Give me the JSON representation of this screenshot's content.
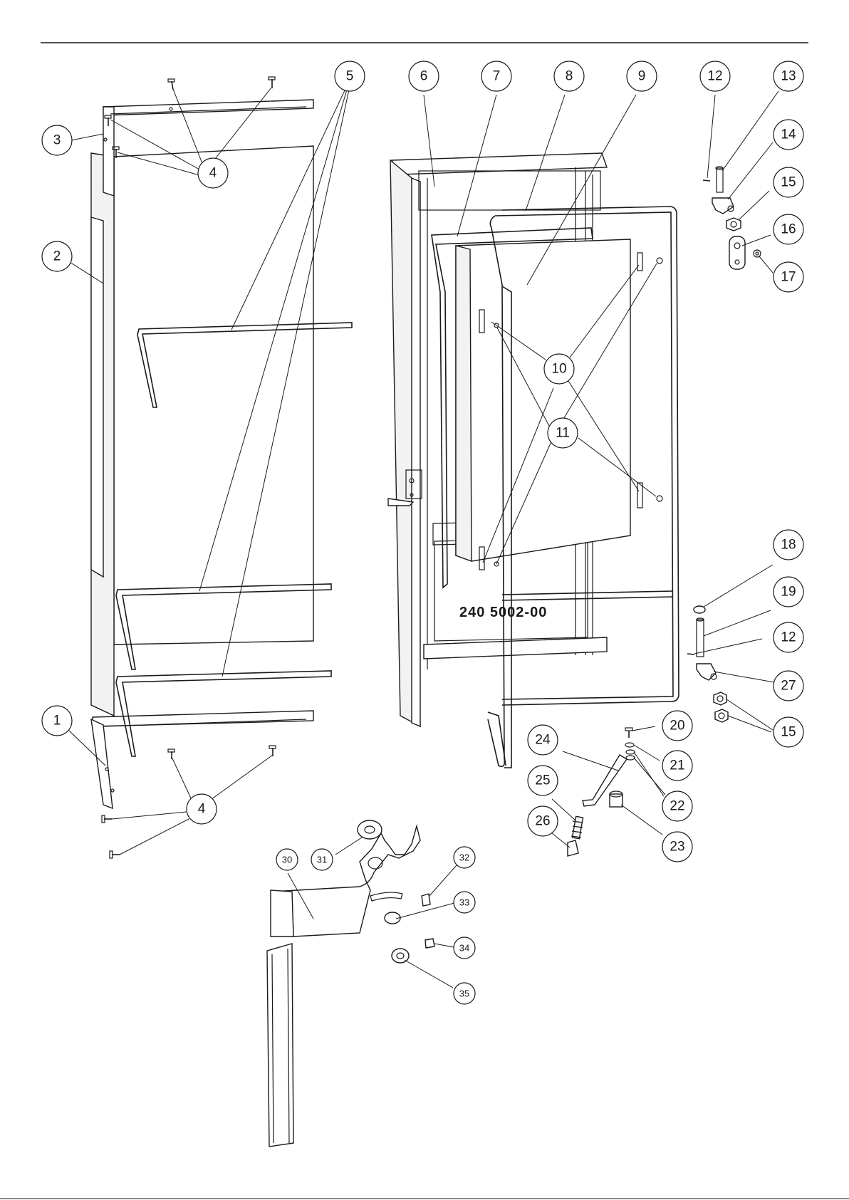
{
  "drawing": {
    "part_stamp": "240 5002-00",
    "colors": {
      "line": "#1a1a1a",
      "background": "#ffffff"
    }
  },
  "callouts": [
    {
      "id": "c1",
      "label": "1"
    },
    {
      "id": "c2",
      "label": "2"
    },
    {
      "id": "c3",
      "label": "3"
    },
    {
      "id": "c4a",
      "label": "4"
    },
    {
      "id": "c4b",
      "label": "4"
    },
    {
      "id": "c5",
      "label": "5"
    },
    {
      "id": "c6",
      "label": "6"
    },
    {
      "id": "c7",
      "label": "7"
    },
    {
      "id": "c8",
      "label": "8"
    },
    {
      "id": "c9",
      "label": "9"
    },
    {
      "id": "c10",
      "label": "10"
    },
    {
      "id": "c11",
      "label": "11"
    },
    {
      "id": "c12a",
      "label": "12"
    },
    {
      "id": "c12b",
      "label": "12"
    },
    {
      "id": "c13",
      "label": "13"
    },
    {
      "id": "c14",
      "label": "14"
    },
    {
      "id": "c15a",
      "label": "15"
    },
    {
      "id": "c15b",
      "label": "15"
    },
    {
      "id": "c16",
      "label": "16"
    },
    {
      "id": "c17",
      "label": "17"
    },
    {
      "id": "c18",
      "label": "18"
    },
    {
      "id": "c19",
      "label": "19"
    },
    {
      "id": "c20",
      "label": "20"
    },
    {
      "id": "c21",
      "label": "21"
    },
    {
      "id": "c22",
      "label": "22"
    },
    {
      "id": "c23",
      "label": "23"
    },
    {
      "id": "c24",
      "label": "24"
    },
    {
      "id": "c25",
      "label": "25"
    },
    {
      "id": "c26",
      "label": "26"
    },
    {
      "id": "c27",
      "label": "27"
    },
    {
      "id": "c30",
      "label": "30"
    },
    {
      "id": "c31",
      "label": "31"
    },
    {
      "id": "c32",
      "label": "32"
    },
    {
      "id": "c33",
      "label": "33"
    },
    {
      "id": "c34",
      "label": "34"
    },
    {
      "id": "c35",
      "label": "35"
    }
  ]
}
